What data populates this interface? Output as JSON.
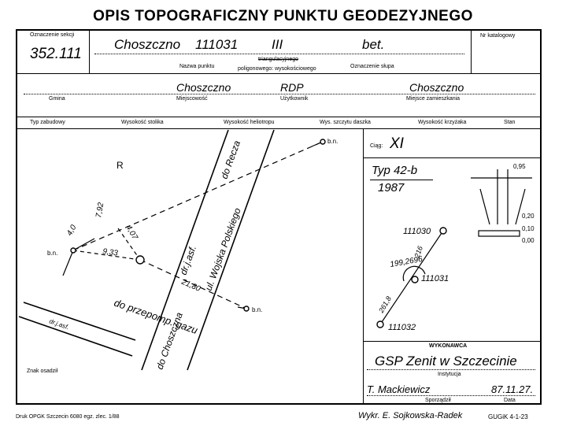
{
  "title": "OPIS TOPOGRAFICZNY PUNKTU GEODEZYJNEGO",
  "header": {
    "oznaczenie_sekcji_label": "Oznaczenie sekcji",
    "oznaczenie_sekcji": "352.111",
    "nazwa_punktu": "Choszczno",
    "nr_punktu": "111031",
    "rzad": "III",
    "oznaczenie_slupa": "bet.",
    "nr_katalogowy_label": "Nr katalogowy",
    "nazwa_punktu_label": "Nazwa punktu",
    "triang_label": "triangulacyjnego",
    "polig_label": "poligonowego: wysokościowego",
    "oznaczenie_slupa_label": "Oznaczenie słupa"
  },
  "location": {
    "gmina_label": "Gmina",
    "miejscowosc": "Choszczno",
    "miejscowosc_label": "Miejscowość",
    "uzytkownik": "RDP",
    "uzytkownik_label": "Użytkownik",
    "miejsce_zamieszkania": "Choszczno",
    "miejsce_zamieszkania_label": "Miejsce zamieszkania"
  },
  "columns": [
    "Typ zabudowy",
    "Wysokość stolika",
    "Wysokość heliotropu",
    "Wys. szczytu daszka",
    "Wysokość krzyżaka",
    "Stan"
  ],
  "sketch": {
    "label_r": "R",
    "bn": "b.n.",
    "road_name": "ul. Wojska Polskiego",
    "road_surface": "dr.j.asf.",
    "do_recza": "do Recza",
    "do_choszczna": "do Choszczna",
    "do_przepomp": "do przepomp. gazu",
    "przepomp_surface": "dr.j.asf.",
    "dist_792": "7,92",
    "dist_407": "4,07",
    "dist_933": "9,33",
    "dist_2180": "21,80",
    "dist_n": "4,0"
  },
  "right_panel": {
    "ciag_label": "Ciąg:",
    "ciag": "XI",
    "typ": "Typ 42-b",
    "rok": "1987",
    "dim_095": "0,95",
    "dim_020": "0,20",
    "dim_010": "0,10",
    "dim_000": "0,00",
    "pt_1": "111030",
    "pt_2": "111031",
    "pt_3": "111032",
    "angle": "199,2696",
    "d_216": "216",
    "d_2618": "261,8"
  },
  "wykonawca": {
    "label": "WYKONAWCA",
    "instytucja": "GSP Zenit w Szczecinie",
    "instytucja_label": "Instytucja",
    "sporzadzil": "T. Mackiewicz",
    "sporzadzil_label": "Sporządził",
    "data": "87.11.27.",
    "data_label": "Data"
  },
  "footer": {
    "znak": "Znak osadził",
    "druk": "Druk OPGK Szczecin 6080 egz. zlec. 1/88",
    "wykr": "Wykr. E. Sojkowska-Radek",
    "gugik": "GUGiK 4-1-23"
  }
}
